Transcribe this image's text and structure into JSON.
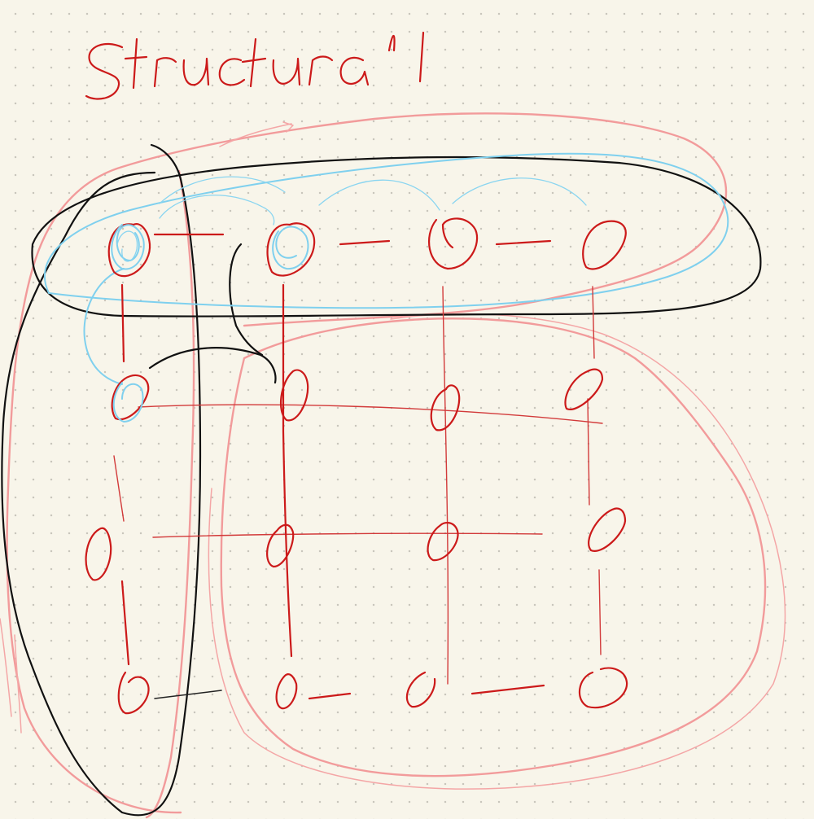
{
  "title_text": "Structural",
  "colors": {
    "background": "#f8f5ea",
    "dot_grid": "#c9c6bc",
    "node_ink": "#cc1a1a",
    "outline_black": "#111111",
    "outline_pink": "#f29b9b",
    "outline_blue": "#7fd0ee"
  },
  "grid": {
    "rows": 4,
    "columns": 4
  },
  "highlighted_nodes": [
    "r0c0",
    "r0c1",
    "r1c0"
  ]
}
